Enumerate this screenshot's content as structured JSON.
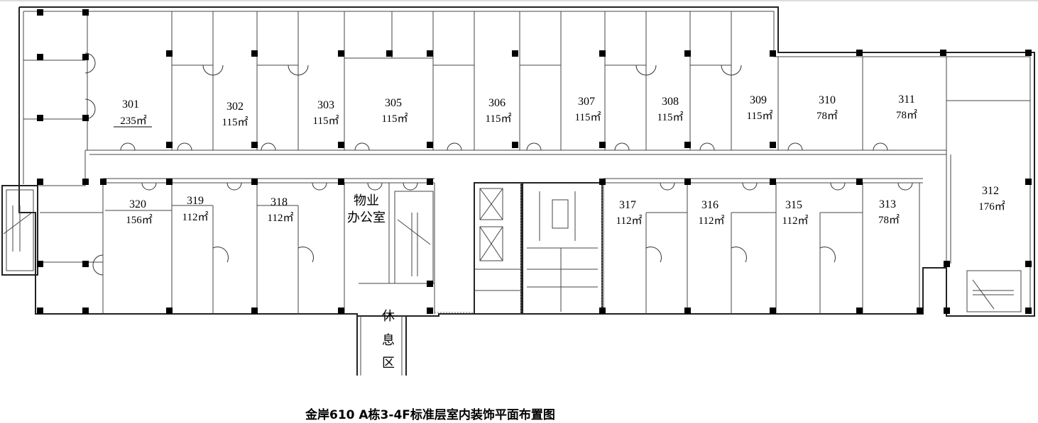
{
  "title": "金岸610 A栋3-4F标准层室内装饰平面布置图",
  "rooms": [
    {
      "number": "301",
      "area": "235㎡"
    },
    {
      "number": "302",
      "area": "115㎡"
    },
    {
      "number": "303",
      "area": "115㎡"
    },
    {
      "number": "305",
      "area": "115㎡"
    },
    {
      "number": "306",
      "area": "115㎡"
    },
    {
      "number": "307",
      "area": "115㎡"
    },
    {
      "number": "308",
      "area": "115㎡"
    },
    {
      "number": "309",
      "area": "115㎡"
    },
    {
      "number": "310",
      "area": "78㎡"
    },
    {
      "number": "311",
      "area": "78㎡"
    },
    {
      "number": "312",
      "area": "176㎡"
    },
    {
      "number": "320",
      "area": "156㎡"
    },
    {
      "number": "319",
      "area": "112㎡"
    },
    {
      "number": "318",
      "area": "112㎡"
    },
    {
      "number": "317",
      "area": "112㎡"
    },
    {
      "number": "316",
      "area": "112㎡"
    },
    {
      "number": "315",
      "area": "112㎡"
    },
    {
      "number": "313",
      "area": "78㎡"
    }
  ],
  "labels": {
    "property_office_line1": "物业",
    "property_office_line2": "办公室",
    "rest_1": "休",
    "rest_2": "息",
    "rest_3": "区"
  }
}
